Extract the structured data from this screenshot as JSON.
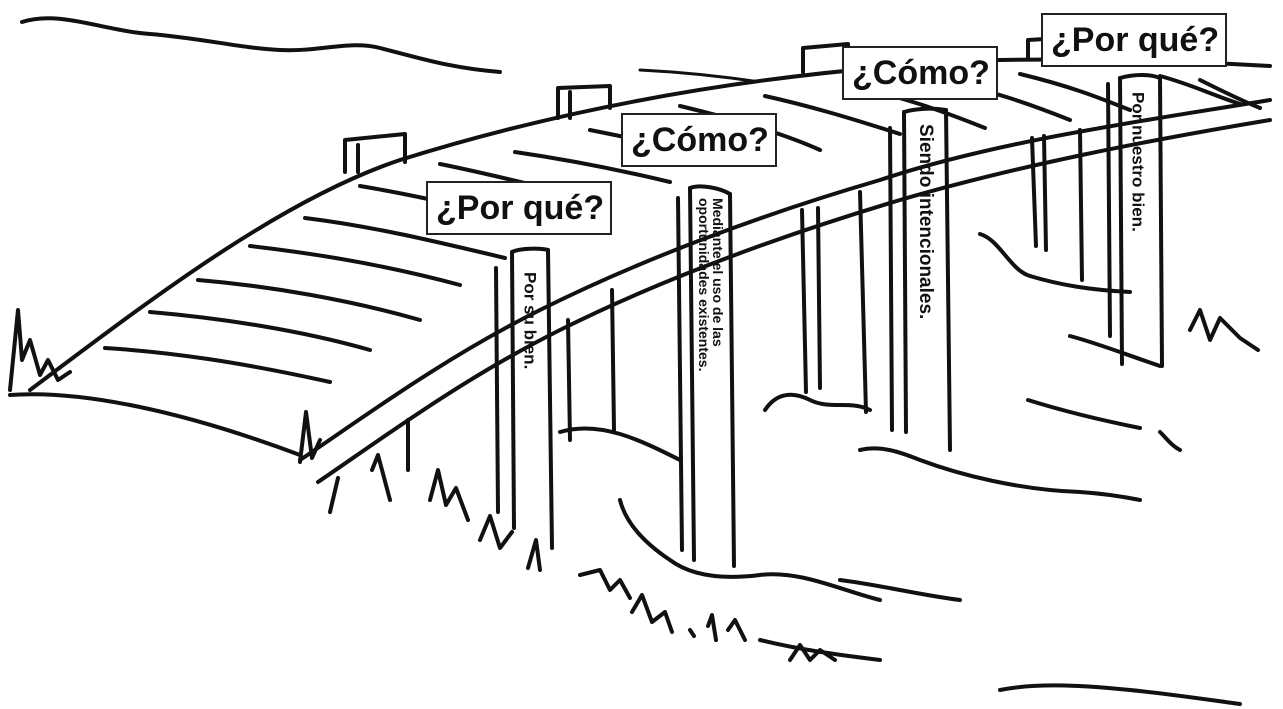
{
  "signs": {
    "sign1": "¿Por qué?",
    "sign2": "¿Cómo?",
    "sign3": "¿Cómo?",
    "sign4": "¿Por qué?"
  },
  "posts": {
    "post1": "Por su bien.",
    "post2_line1": "Mediante el uso de las",
    "post2_line2": "oportunidades existentes.",
    "post3": "Siendo intencionales.",
    "post4": "Por nuestro bien."
  }
}
